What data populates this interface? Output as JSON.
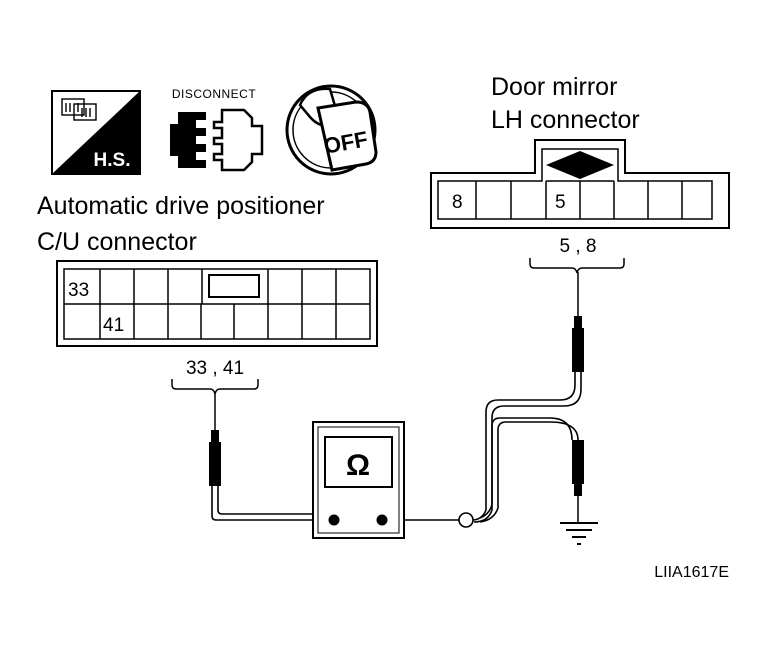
{
  "icons": {
    "harness_side": {
      "name": "harness-side-icon",
      "label": "H.S."
    },
    "disconnect": {
      "name": "disconnect-connector-icon",
      "label": "DISCONNECT"
    },
    "ignition_off": {
      "name": "ignition-switch-off-icon",
      "label": "OFF"
    }
  },
  "cu_connector": {
    "title_line1": "Automatic drive positioner",
    "title_line2": "C/U connector",
    "pin_top": "33",
    "pin_bottom": "41",
    "probe_label": "33 , 41"
  },
  "mirror_connector": {
    "title_line1": "Door mirror",
    "title_line2": "LH connector",
    "pin_left": "8",
    "pin_mid": "5",
    "probe_label": "5 , 8"
  },
  "ohmmeter": {
    "name": "ohmmeter-icon",
    "symbol": "Ω"
  },
  "ground": {
    "name": "ground-icon"
  },
  "figure_code": "LIIA1617E"
}
